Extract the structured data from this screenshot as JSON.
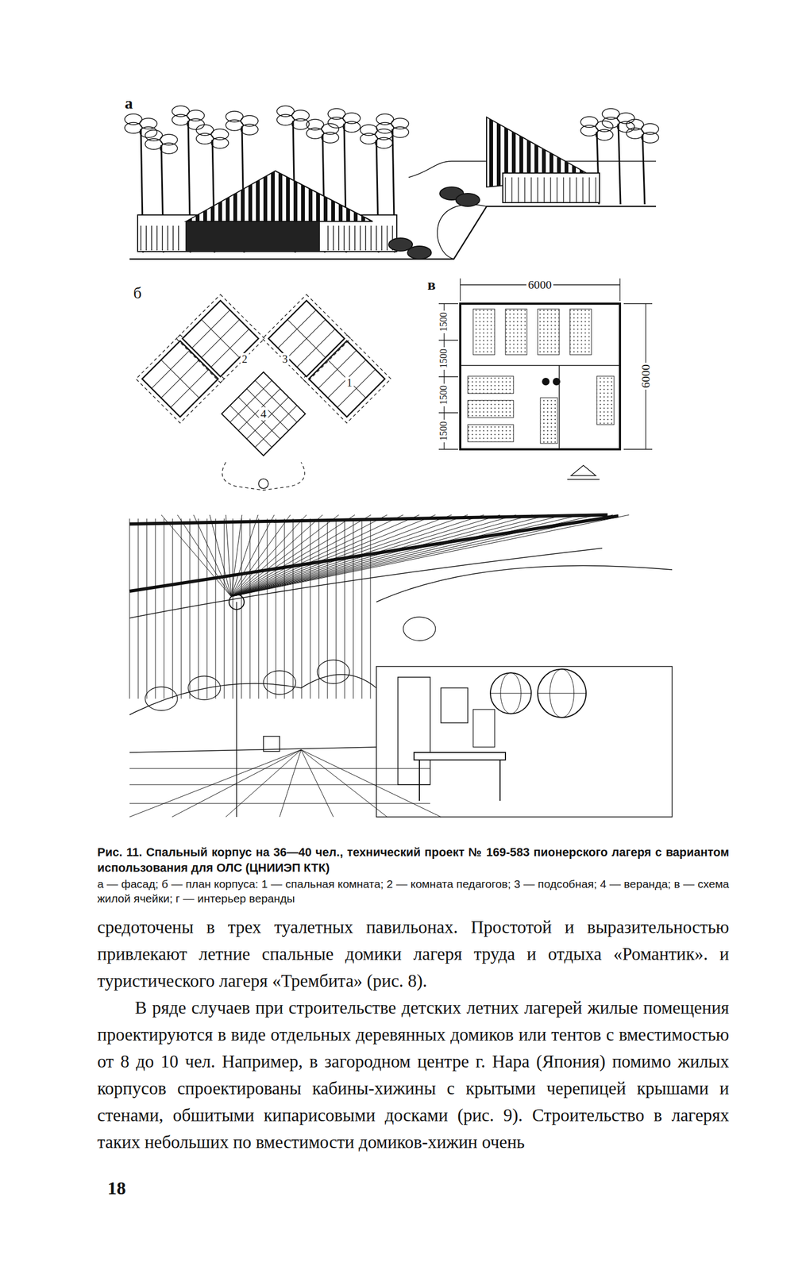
{
  "diagram": {
    "caption": "Рис. 11. Спальный корпус на 36—40 чел., технический проект № 169-583 пионерского лагеря с вариантом использования для ОЛС (ЦНИИЭП КТК)",
    "labels": [
      "а",
      "б",
      "в",
      "6000",
      "6000",
      "1500",
      "1500",
      "1500",
      "1500",
      "1",
      "2",
      "3",
      "4",
      "а — фасад; б — план корпуса: 1 — спальная комната; 2 — комната педагогов; 3 — подсобная; 4 — веранда; в — схема жилой ячейки; г — интерьер веранды",
      "средоточены в трех туалетных павильонах. Простотой и выразительностью привлекают летние спальные домики лагеря труда и отдыха «Романтик». и туристического лагеря «Трембита» (рис. 8).",
      "В ряде случаев при строительстве детских летних лагерей жилые помещения проектируются в виде отдельных деревянных домиков или тентов с вместимостью от 8 до 10 чел. Например, в загородном центре г. Нара (Япония) помимо жилых корпусов спроектированы кабины-хижины с крытыми черепицей крышами и стенами, обшитыми кипарисовыми досками (рис. 9). Строительство в лагерях таких небольших по вместимости домиков-хижин очень",
      "18"
    ]
  }
}
